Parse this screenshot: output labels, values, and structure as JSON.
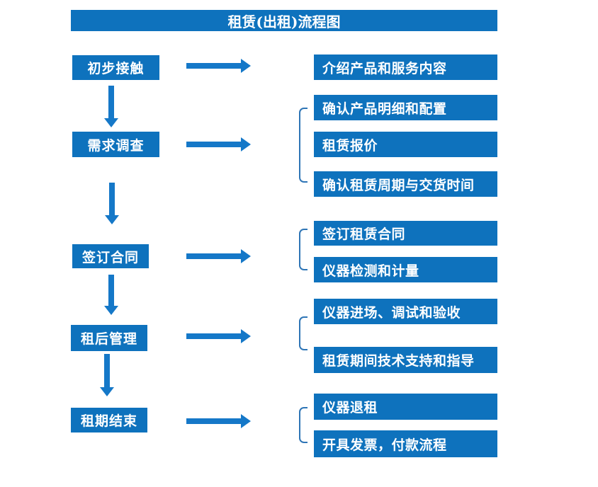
{
  "title": "租赁(出租)流程图",
  "stages": [
    {
      "label": "初步接触",
      "details": [
        "介绍产品和服务内容"
      ]
    },
    {
      "label": "需求调查",
      "details": [
        "确认产品明细和配置",
        "租赁报价",
        "确认租赁周期与交货时间"
      ]
    },
    {
      "label": "签订合同",
      "details": [
        "签订租赁合同",
        "仪器检测和计量"
      ]
    },
    {
      "label": "租后管理",
      "details": [
        "仪器进场、调试和验收",
        "租赁期间技术支持和指导"
      ]
    },
    {
      "label": "租期结束",
      "details": [
        "仪器退租",
        "开具发票，付款流程"
      ]
    }
  ],
  "colors": {
    "box_fill": "#0e72bd",
    "arrow": "#1578c8",
    "bracket": "#2e75b6",
    "text": "#ffffff",
    "background": "#ffffff"
  }
}
